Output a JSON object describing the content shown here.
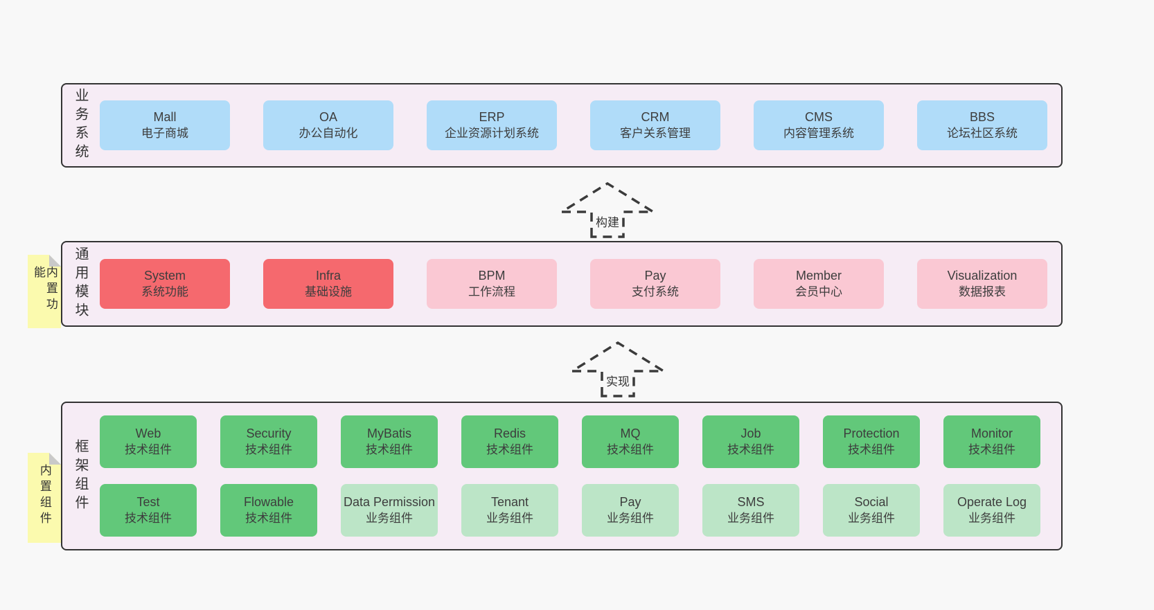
{
  "colors": {
    "pageBg": "#f8f8f8",
    "panelBg": "#f6ecf5",
    "panelBorder": "#333333",
    "text": "#3d3d3d",
    "blue": "#b0dcf9",
    "red": "#f5696e",
    "pink": "#fac8d3",
    "green": "#62c87a",
    "lightGreen": "#bce5c7",
    "stickyYellow": "#fbfaae",
    "stickyFold": "#c9c9c9",
    "arrowStroke": "#3b3b3b"
  },
  "sections": [
    {
      "label": "业务系统",
      "rows": [
        [
          {
            "title": "Mall",
            "subtitle": "电子商城",
            "type": "blue"
          },
          {
            "title": "OA",
            "subtitle": "办公自动化",
            "type": "blue"
          },
          {
            "title": "ERP",
            "subtitle": "企业资源计划系统",
            "type": "blue"
          },
          {
            "title": "CRM",
            "subtitle": "客户关系管理",
            "type": "blue"
          },
          {
            "title": "CMS",
            "subtitle": "内容管理系统",
            "type": "blue"
          },
          {
            "title": "BBS",
            "subtitle": "论坛社区系统",
            "type": "blue"
          }
        ]
      ]
    },
    {
      "label": "通用模块",
      "sticky": "内置功能",
      "rows": [
        [
          {
            "title": "System",
            "subtitle": "系统功能",
            "type": "red"
          },
          {
            "title": "Infra",
            "subtitle": "基础设施",
            "type": "red"
          },
          {
            "title": "BPM",
            "subtitle": "工作流程",
            "type": "pink"
          },
          {
            "title": "Pay",
            "subtitle": "支付系统",
            "type": "pink"
          },
          {
            "title": "Member",
            "subtitle": "会员中心",
            "type": "pink"
          },
          {
            "title": "Visualization",
            "subtitle": "数据报表",
            "type": "pink"
          }
        ]
      ]
    },
    {
      "label": "框架组件",
      "sticky": "内置组件",
      "rows": [
        [
          {
            "title": "Web",
            "subtitle": "技术组件",
            "type": "green"
          },
          {
            "title": "Security",
            "subtitle": "技术组件",
            "type": "green"
          },
          {
            "title": "MyBatis",
            "subtitle": "技术组件",
            "type": "green"
          },
          {
            "title": "Redis",
            "subtitle": "技术组件",
            "type": "green"
          },
          {
            "title": "MQ",
            "subtitle": "技术组件",
            "type": "green"
          },
          {
            "title": "Job",
            "subtitle": "技术组件",
            "type": "green"
          },
          {
            "title": "Protection",
            "subtitle": "技术组件",
            "type": "green"
          },
          {
            "title": "Monitor",
            "subtitle": "技术组件",
            "type": "green"
          }
        ],
        [
          {
            "title": "Test",
            "subtitle": "技术组件",
            "type": "green"
          },
          {
            "title": "Flowable",
            "subtitle": "技术组件",
            "type": "green"
          },
          {
            "title": "Data Permission",
            "subtitle": "业务组件",
            "type": "lightGreen"
          },
          {
            "title": "Tenant",
            "subtitle": "业务组件",
            "type": "lightGreen"
          },
          {
            "title": "Pay",
            "subtitle": "业务组件",
            "type": "lightGreen"
          },
          {
            "title": "SMS",
            "subtitle": "业务组件",
            "type": "lightGreen"
          },
          {
            "title": "Social",
            "subtitle": "业务组件",
            "type": "lightGreen"
          },
          {
            "title": "Operate Log",
            "subtitle": "业务组件",
            "type": "lightGreen"
          }
        ]
      ]
    }
  ],
  "arrows": [
    {
      "label": "构建"
    },
    {
      "label": "实现"
    }
  ]
}
